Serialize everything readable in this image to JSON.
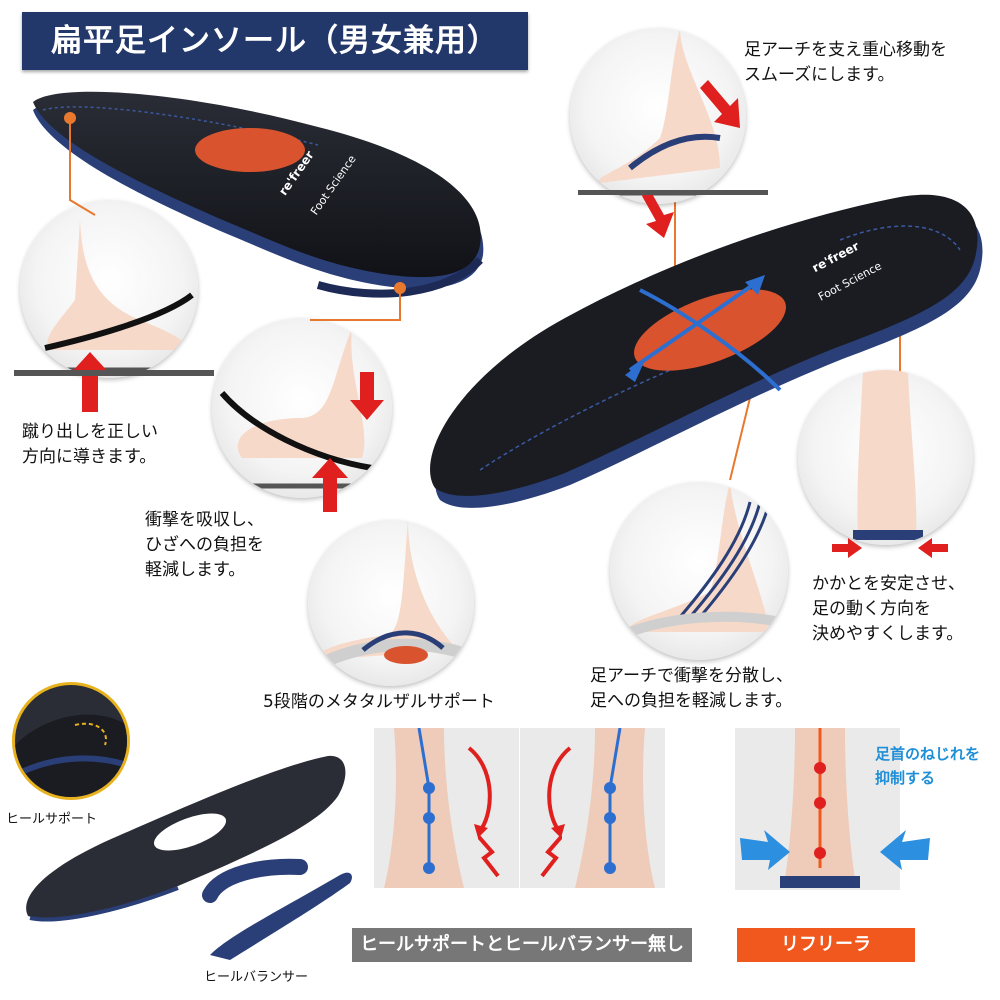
{
  "title": "扁平足インソール（男女兼用）",
  "captions": {
    "push_off": "蹴り出しを正しい\n方向に導きます。",
    "shock_absorb": "衝撃を吸収し、\nひざへの負担を\n軽減します。",
    "arch_support_top": "足アーチを支え重心移動を\nスムーズにします。",
    "heel_stabilize": "かかとを安定させ、\n足の動く方向を\n決めやすくします。",
    "arch_disperse": "足アーチで衝撃を分散し、\n足への負担を軽減します。",
    "metatarsal": "5段階のメタタルザルサポート",
    "ankle_twist": "足首のねじれを\n抑制する",
    "heel_support": "ヒールサポート",
    "heel_balancer": "ヒールバランサー"
  },
  "logo": {
    "brand": "re'freer",
    "sub": "Foot Science"
  },
  "comparison": {
    "without_label": "ヒールサポートとヒールバランサー無し",
    "with_label": "リフリーラ"
  },
  "colors": {
    "title_bg": "#23386a",
    "insole_black": "#1a1c22",
    "insole_navy": "#2a3f78",
    "pad_orange": "#d9542e",
    "arrow_red": "#e0201e",
    "arrow_blue": "#2d6fd0",
    "callout_orange": "#e8782e",
    "pill_gray": "#777777",
    "pill_orange": "#f0581e",
    "accent_blue_text": "#1f8fd8"
  }
}
